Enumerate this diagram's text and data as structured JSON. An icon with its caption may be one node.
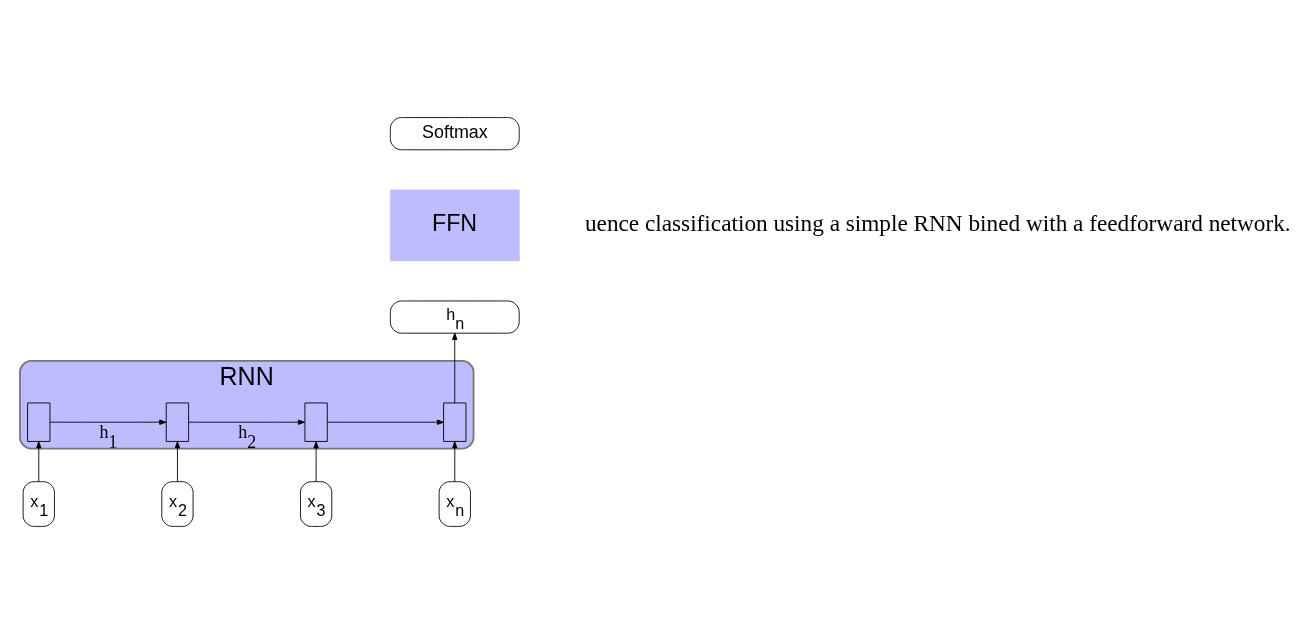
{
  "diagram": {
    "nodes": [
      {
        "text": [
          "RNN"
        ]
      },
      {
        "text": [],
        "shape": "box",
        "in": 0
      },
      {
        "text": [],
        "shape": "box",
        "in": 0
      },
      {
        "text": [],
        "shape": "box",
        "in": 0
      },
      {
        "text": [],
        "shape": "box",
        "in": 0
      },
      {
        "text": [
          "x$_{1}$"
        ]
      },
      {
        "text": [
          "x$_{2}$"
        ]
      },
      {
        "text": [
          "x$_{3}$"
        ]
      },
      {
        "text": [
          "x$_{n}$"
        ]
      },
      {
        "text": [
          "h$_{n}$"
        ]
      },
      {
        "text": [
          "FFN"
        ]
      },
      {
        "text": [
          "Softmax"
        ]
      }
    ],
    "edges": [
      {
        "from": 1,
        "to": 2,
        "arrow": "to",
        "label": "h$_{1}$"
      },
      {
        "from": 2,
        "to": 3,
        "arrow": "to",
        "label": "h$_{2}$"
      },
      {
        "from": 3,
        "to": 4,
        "arrow": "to"
      },
      {
        "from": 5,
        "to": 1,
        "arrow": "to"
      },
      {
        "from": 6,
        "to": 2,
        "arrow": "to"
      },
      {
        "from": 7,
        "to": 3,
        "arrow": "to"
      },
      {
        "from": 8,
        "to": 4,
        "arrow": "to"
      },
      {
        "from": 4,
        "to": 9,
        "arrow": "to"
      }
    ],
    "labels": [
      "uence classification using a simple RNN bined with a feedforward network."
    ]
  }
}
